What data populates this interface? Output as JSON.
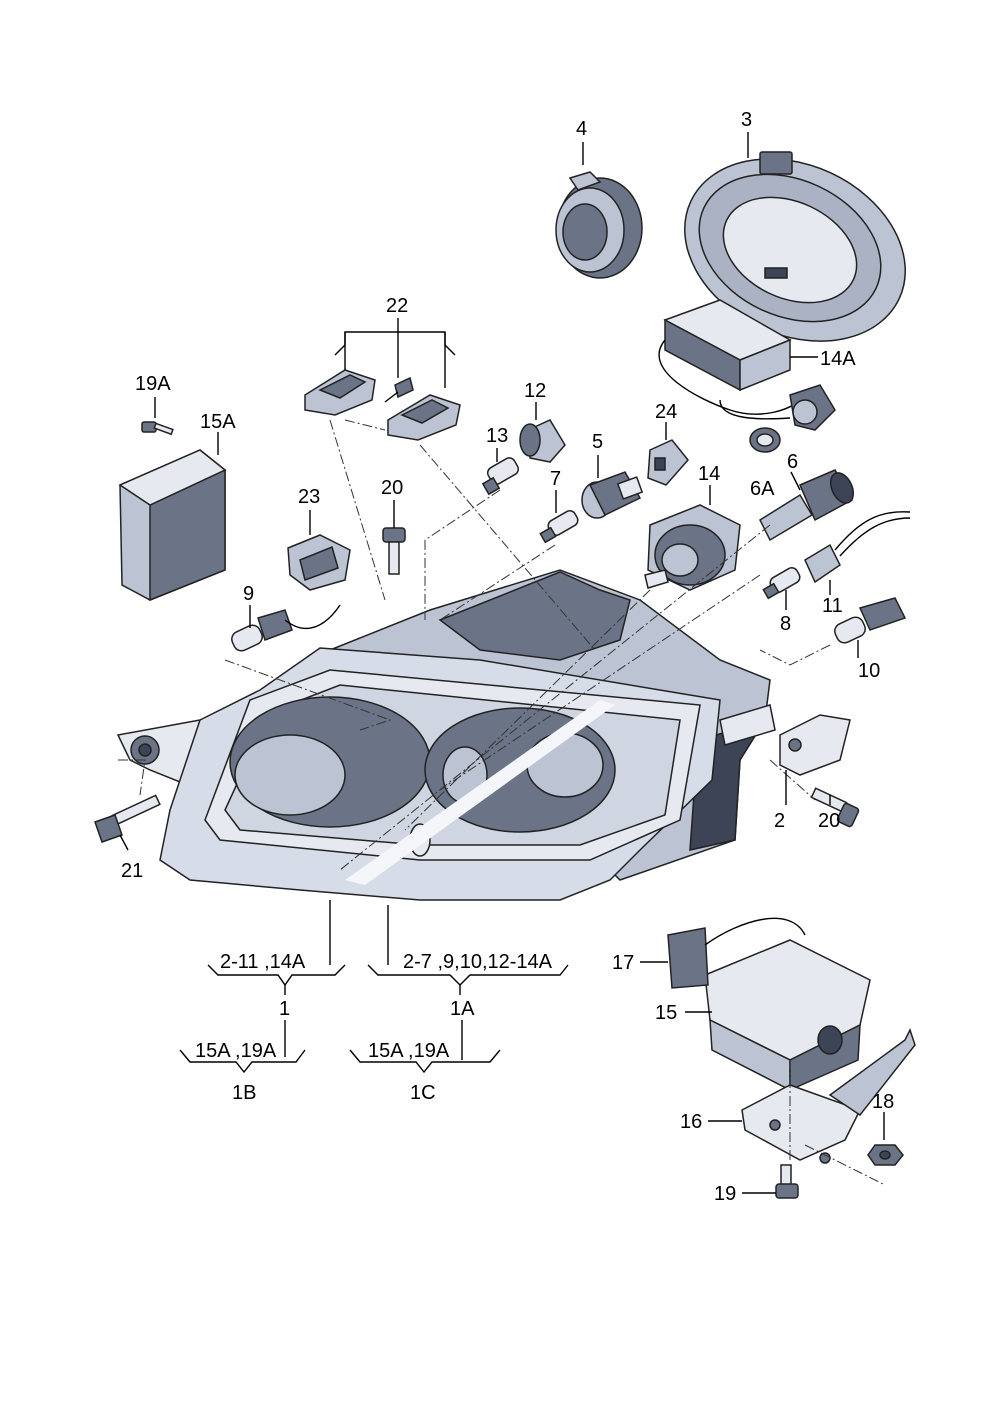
{
  "labels": {
    "p1": "1",
    "p1A": "1A",
    "p1B": "1B",
    "p1C": "1C",
    "p2": "2",
    "p3": "3",
    "p4": "4",
    "p5": "5",
    "p6": "6",
    "p6A": "6A",
    "p7": "7",
    "p8": "8",
    "p9": "9",
    "p10": "10",
    "p11": "11",
    "p12": "12",
    "p13": "13",
    "p14": "14",
    "p14A": "14A",
    "p15": "15",
    "p15A": "15A",
    "p16": "16",
    "p17": "17",
    "p18": "18",
    "p19": "19",
    "p19A": "19A",
    "p20a": "20",
    "p20b": "20",
    "p21": "21",
    "p22": "22",
    "p23": "23",
    "p24": "24"
  },
  "groups": {
    "g1": "2-11 ,14A",
    "g1A": "2-7  ,9,10,12-14A",
    "g1B": "15A ,19A",
    "g1C": "15A ,19A"
  }
}
